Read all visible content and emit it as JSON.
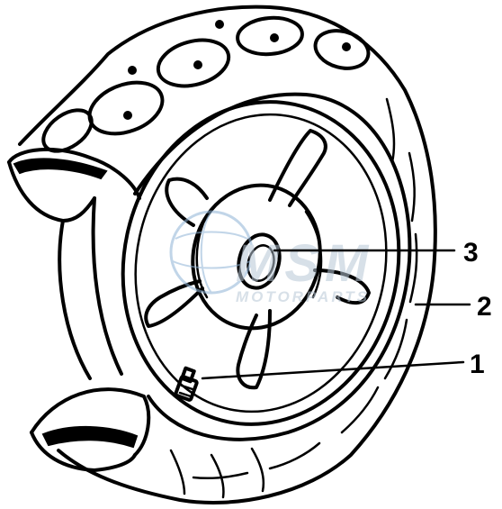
{
  "diagram": {
    "callouts": [
      {
        "number": "3",
        "part": "hub"
      },
      {
        "number": "2",
        "part": "tyre"
      },
      {
        "number": "1",
        "part": "valve"
      }
    ]
  },
  "watermark": {
    "brand": "MSM",
    "tagline": "MOTORPARTS",
    "color": "#b8c7d6"
  }
}
